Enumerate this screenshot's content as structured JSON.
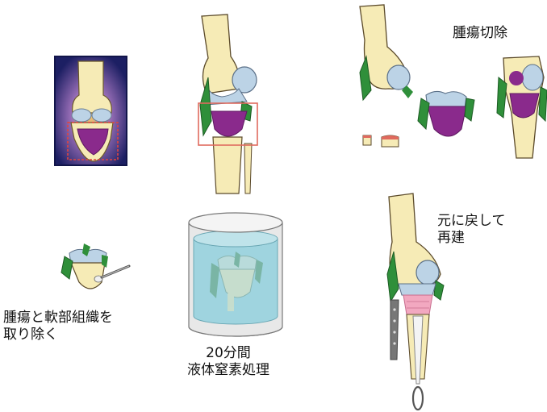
{
  "labels": {
    "tumor_resection": "腫瘍切除",
    "remove_tumor_soft_tissue": [
      "腫瘍と軟部組織を",
      "取り除く"
    ],
    "liquid_nitrogen": [
      "20分間",
      "液体窒素処理"
    ],
    "return_rebuild": [
      "元に戻して",
      "再建"
    ]
  },
  "colors": {
    "bone": "#f5e9b2",
    "bone_outline": "#5b4a2a",
    "cartilage": "#bcd3e6",
    "tumor": "#8a2a8c",
    "soft_tissue": "#2f8f3a",
    "cut_line": "#e07070",
    "xray_bg": "#1c1f63",
    "nitrogen": "#9fd4df"
  }
}
